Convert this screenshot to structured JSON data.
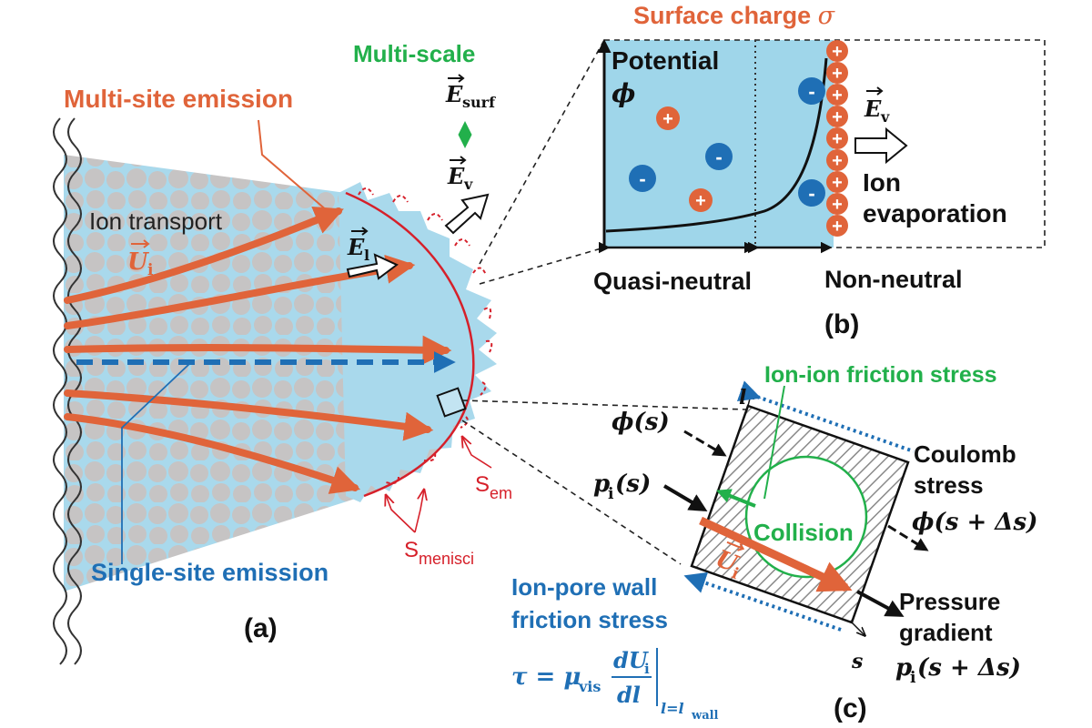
{
  "colors": {
    "orange": "#e0643a",
    "red": "#d6202a",
    "green": "#22b04b",
    "blue": "#1f6fb5",
    "navy": "#1f5f9e",
    "light_blue": "#a9d9ec",
    "panel_blue": "#9fd6ea",
    "gray": "#c2c0c0",
    "dark": "#111111"
  },
  "panel_a": {
    "label": "(a)",
    "multi_site": "Multi-site emission",
    "single_site": "Single-site emission",
    "ion_transport": "Ion transport",
    "multi_scale": "Multi-scale",
    "U_i": "U",
    "U_i_sub": "i",
    "E_l": "E",
    "E_l_sub": "l",
    "E_v": "E",
    "E_v_sub": "v",
    "E_surf": "E",
    "E_surf_sub": "surf",
    "S_em": "S",
    "S_em_sub": "em",
    "S_menisci": "S",
    "S_menisci_sub": "menisci"
  },
  "panel_b": {
    "label": "(b)",
    "surface_charge": "Surface charge ",
    "sigma": "σ",
    "potential": "Potential",
    "phi": "ϕ",
    "E_v": "E",
    "E_v_sub": "v",
    "ion": "Ion",
    "evaporation": "evaporation",
    "quasi_neutral": "Quasi-neutral",
    "non_neutral": "Non-neutral",
    "plus": "+",
    "minus": "-"
  },
  "panel_c": {
    "label": "(c)",
    "ion_ion_friction": "Ion-ion friction stress",
    "phi_s": "ϕ(s)",
    "p_i": "p",
    "p_i_sub": "i",
    "p_i_arg": "(s)",
    "coulomb": "Coulomb",
    "stress": "stress",
    "phi_s_ds": "ϕ(s + Δs)",
    "collision": "Collision",
    "pressure": "Pressure",
    "gradient": "gradient",
    "p_i_ds_arg": "(s + Δs)",
    "ion_pore_wall": "Ion-pore wall",
    "friction_stress": "friction stress",
    "tau_lhs": "τ = μ",
    "tau_vis": "vis",
    "tau_num": "dU",
    "tau_num_sub": "i",
    "tau_den": "dl",
    "tau_eval": "l=l",
    "tau_eval_sub": "wall",
    "axis_l": "l",
    "axis_s": "s",
    "U_i": "U",
    "U_i_sub": "i"
  }
}
